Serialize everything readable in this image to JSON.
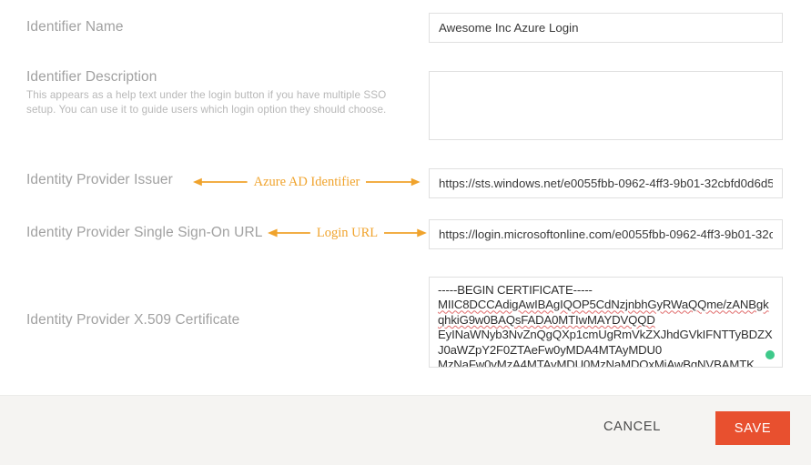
{
  "form": {
    "fields": [
      {
        "id": "identifier-name",
        "label": "Identifier Name",
        "help": "",
        "value": "Awesome Inc Azure Login",
        "placeholder": ""
      },
      {
        "id": "identifier-description",
        "label": "Identifier Description",
        "help": "This appears as a help text under the login button if you have multiple SSO setup. You can use it to guide users which login option they should choose.",
        "value": "",
        "placeholder": ""
      },
      {
        "id": "identity-provider-issuer",
        "label": "Identity Provider Issuer",
        "help": "",
        "value": "https://sts.windows.net/e0055fbb-0962-4ff3-9b01-32cbfd0d6d5",
        "placeholder": ""
      },
      {
        "id": "identity-provider-sso-url",
        "label": "Identity Provider Single Sign-On URL",
        "help": "",
        "value": "https://login.microsoftonline.com/e0055fbb-0962-4ff3-9b01-32c",
        "placeholder": ""
      },
      {
        "id": "identity-provider-x509-certificate",
        "label": "Identity Provider X.509 Certificate",
        "help": "",
        "value": "",
        "placeholder": ""
      }
    ]
  },
  "certificate": {
    "lines": [
      "-----BEGIN CERTIFICATE-----",
      "MIIC8DCCAdigAwIBAgIQOP5CdNzjnbhGyRWaQQme/zANBgk",
      "qhkiG9w0BAQsFADA0MTIwMAYDVQQD",
      "EyINaWNyb3NvZnQgQXp1cmUgRmVkZXJhdGVkIFNTTyBDZX",
      "J0aWZpY2F0ZTAeFw0yMDA4MTAyMDU0",
      "MzNaFw0yMzA4MTAyMDU0MzNaMDQxMiAwBgNVBAMTK"
    ],
    "misspelled_line_indices": [
      1,
      2,
      3
    ]
  },
  "annotations": [
    {
      "id": "azure-ad-identifier",
      "text": "Azure AD Identifier"
    },
    {
      "id": "login-url",
      "text": "Login URL"
    }
  ],
  "footer": {
    "cancel_label": "CANCEL",
    "save_label": "SAVE"
  },
  "colors": {
    "save_button": "#e8502f",
    "annotation": "#f0a32c",
    "label_text": "#a1a1a1",
    "footer_background": "#f5f4f2",
    "cursor_dot": "#3ec98a",
    "field_border": "#e0e0e0"
  }
}
